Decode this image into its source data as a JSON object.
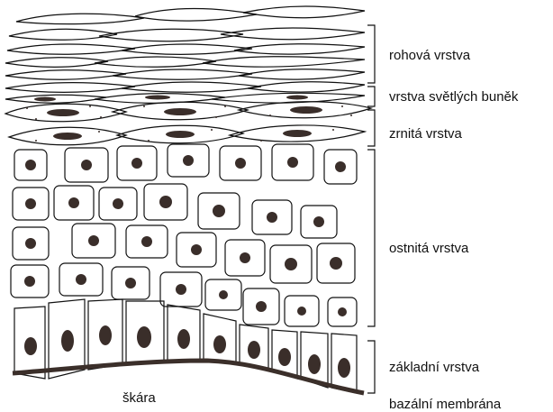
{
  "labels": {
    "stratum_corneum": "rohová vrstva",
    "stratum_lucidum": "vrstva světlých buněk",
    "stratum_granulosum": "zrnitá vrstva",
    "stratum_spinosum": "ostnitá vrstva",
    "stratum_basale": "základní vrstva",
    "basement_membrane": "bazální membrána",
    "dermis": "škára"
  },
  "colors": {
    "ink": "#111111",
    "nucleus": "#3a2e2a",
    "membrane": "#3b2f2a",
    "background": "#ffffff"
  }
}
